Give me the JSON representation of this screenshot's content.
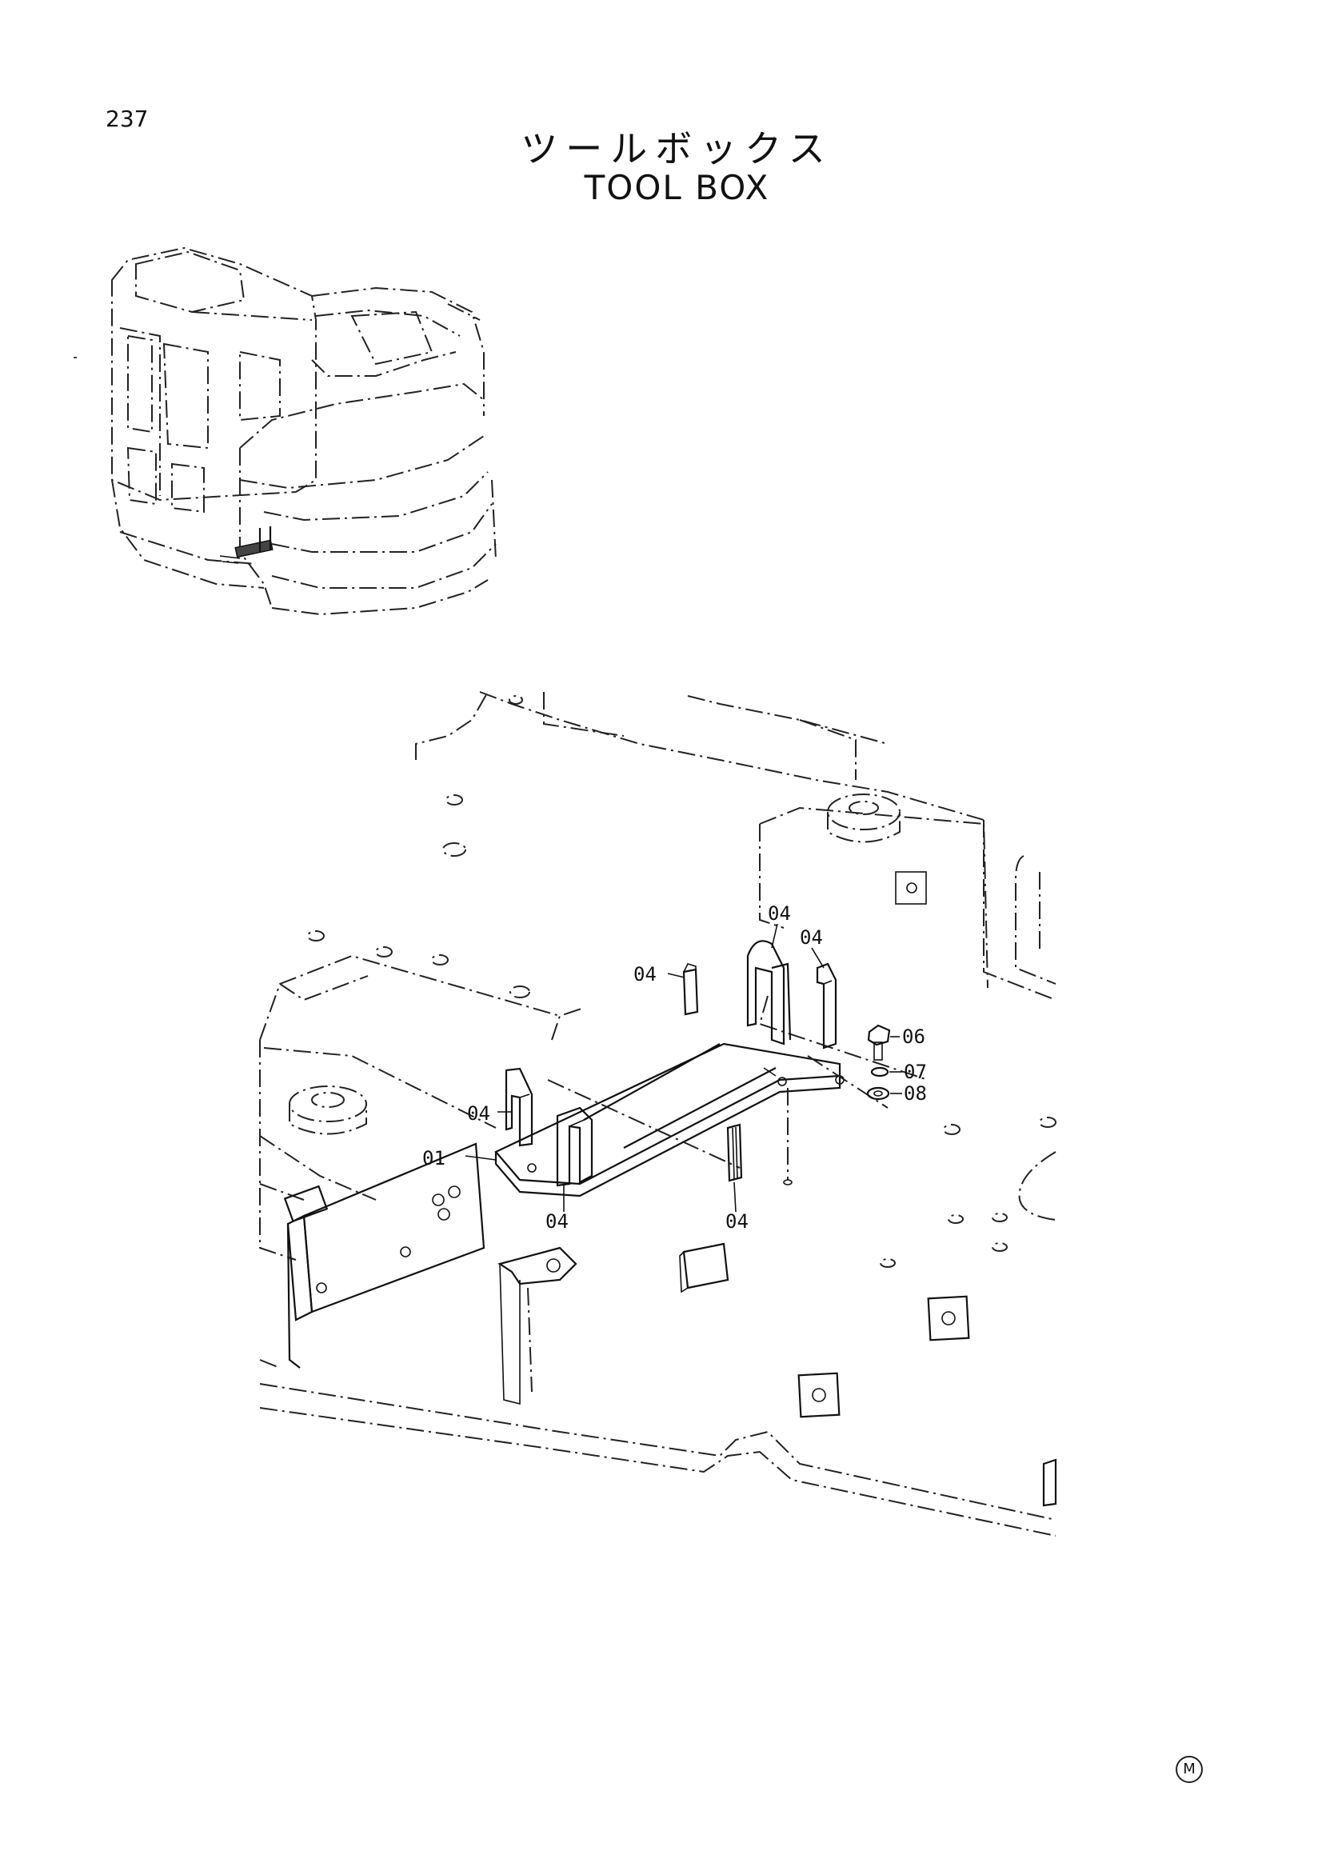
{
  "page_number": "237",
  "title_jp": "ツールボックス",
  "title_en": "TOOL BOX",
  "part_labels": {
    "p01": "01",
    "p04a": "04",
    "p04b": "04",
    "p04c": "04",
    "p04d": "04",
    "p04e": "04",
    "p04f": "04",
    "p06": "06",
    "p07": "07",
    "p08": "08"
  },
  "corner_mark": "M"
}
